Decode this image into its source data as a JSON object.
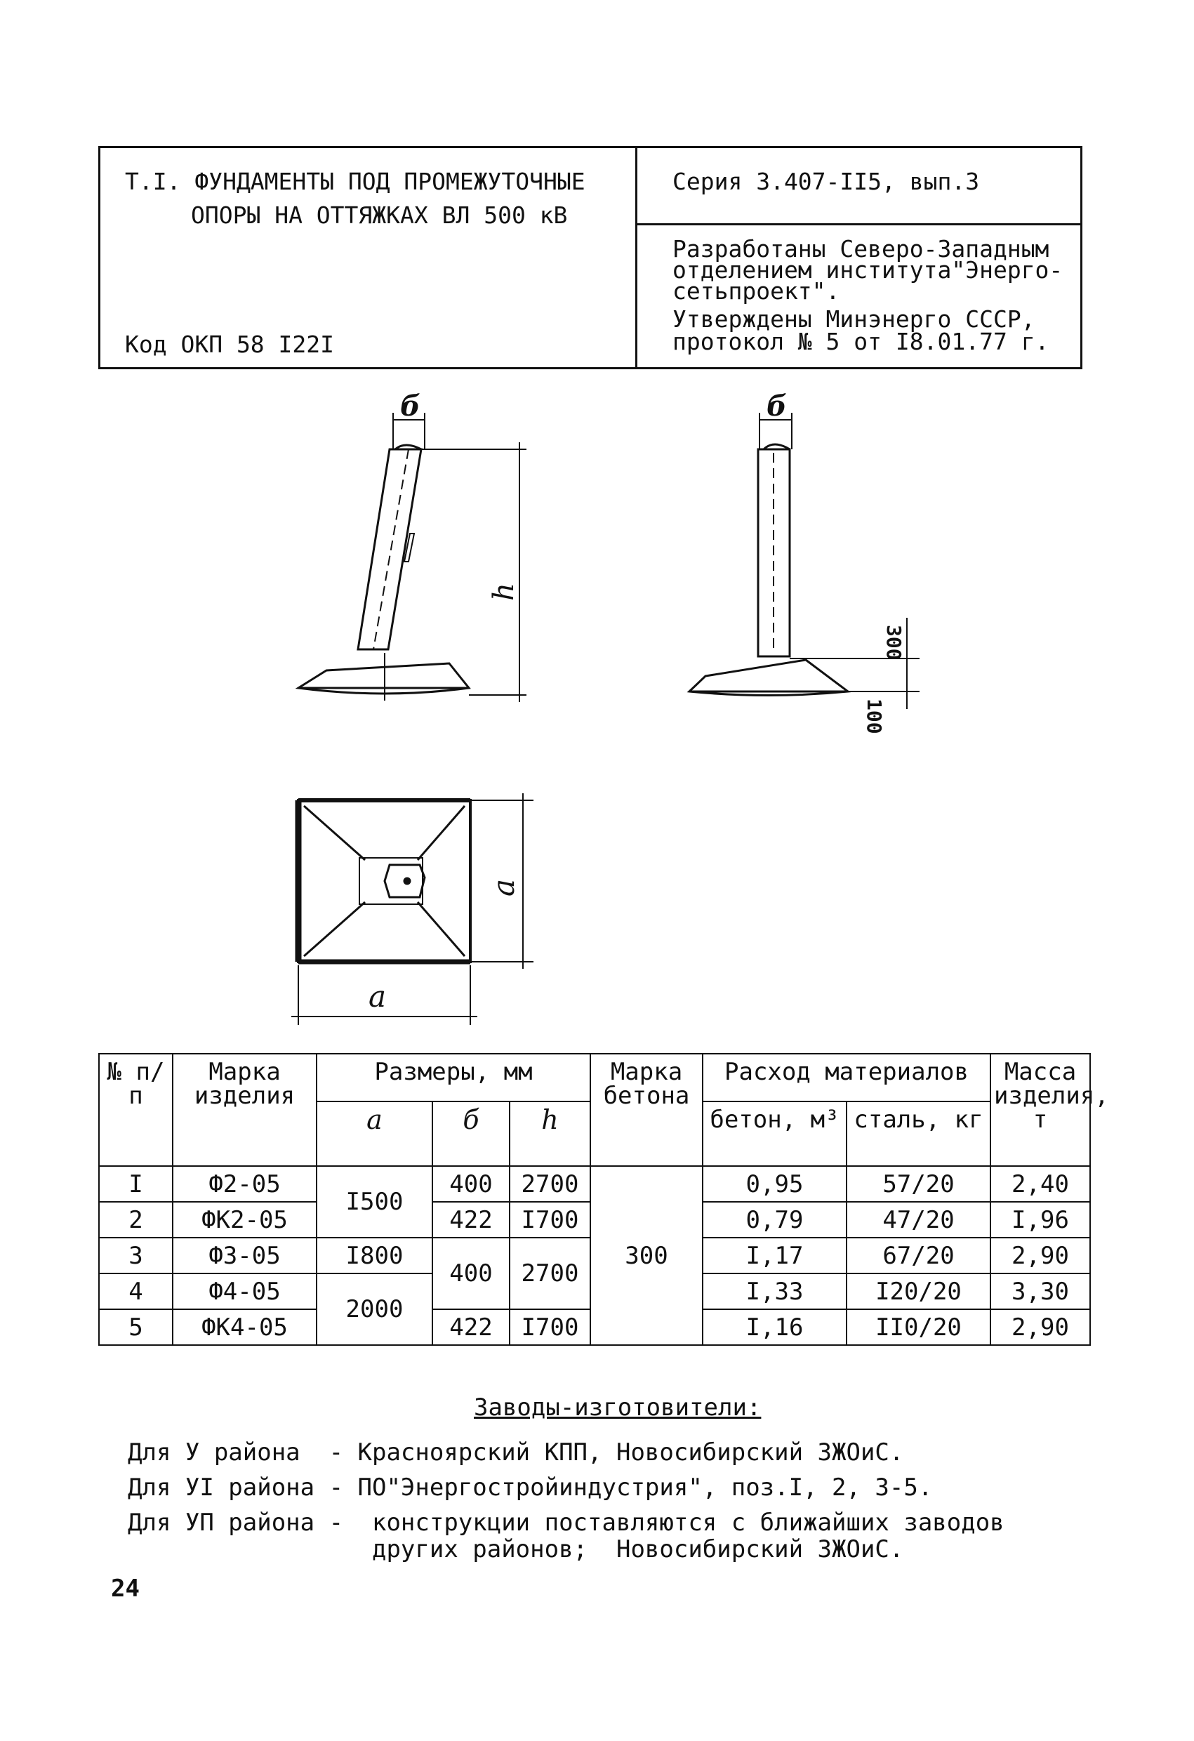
{
  "title_block": {
    "title_line1": "Т.I. ФУНДАМЕНТЫ ПОД ПРОМЕЖУТОЧНЫЕ",
    "title_line2": "ОПОРЫ НА ОТТЯЖКАХ ВЛ 500 кВ",
    "code": "Код ОКП 58 I22I",
    "series": "Серия 3.407-II5, вып.3",
    "developer_line1": "Разработаны Северо-Западным",
    "developer_line2": "отделением института\"Энерго-",
    "developer_line3": "сетьпроект\".",
    "developer_line4": "Утверждены Минэнерго СССР,",
    "developer_line5": "протокол № 5 от I8.01.77 г."
  },
  "drawings": {
    "label_b": "б",
    "label_h": "h",
    "label_a": "a",
    "dim_300": "300",
    "dim_100": "100"
  },
  "table": {
    "headers": {
      "num": "№ п/п",
      "mark": "Марка изделия",
      "dimensions": "Размеры, мм",
      "dim_a": "a",
      "dim_b": "б",
      "dim_h": "h",
      "concrete_mark": "Марка бетона",
      "materials": "Расход материалов",
      "concrete_volume": "бетон, м³",
      "steel": "сталь, кг",
      "mass": "Масса изделия, т"
    },
    "rows": [
      {
        "num": "I",
        "mark": "Ф2-05",
        "b": "400",
        "h": "2700",
        "concrete": "0,95",
        "steel": "57/20",
        "mass": "2,40"
      },
      {
        "num": "2",
        "mark": "ФК2-05",
        "b": "422",
        "h": "I700",
        "concrete": "0,79",
        "steel": "47/20",
        "mass": "I,96"
      },
      {
        "num": "3",
        "mark": "Ф3-05",
        "concrete": "I,17",
        "steel": "67/20",
        "mass": "2,90"
      },
      {
        "num": "4",
        "mark": "Ф4-05",
        "concrete": "I,33",
        "steel": "I20/20",
        "mass": "3,30"
      },
      {
        "num": "5",
        "mark": "ФК4-05",
        "b": "422",
        "h": "I700",
        "concrete": "I,16",
        "steel": "II0/20",
        "mass": "2,90"
      }
    ],
    "merged": {
      "a_1500": "I500",
      "a_1800": "I800",
      "a_2000": "2000",
      "b_400": "400",
      "h_2700": "2700",
      "concrete_mark_300": "300"
    }
  },
  "manufacturers": {
    "heading": "Заводы-изготовители:",
    "lines": [
      "Для У района  - Красноярский КПП, Новосибирский ЗЖОиС.",
      "Для УI района - ПО\"Энергостройиндустрия\", поз.I, 2, 3-5.",
      "Для УП района -  конструкции поставляются с ближайших заводов",
      "                 других районов;  Новосибирский ЗЖОиС."
    ]
  },
  "page_number": "24"
}
